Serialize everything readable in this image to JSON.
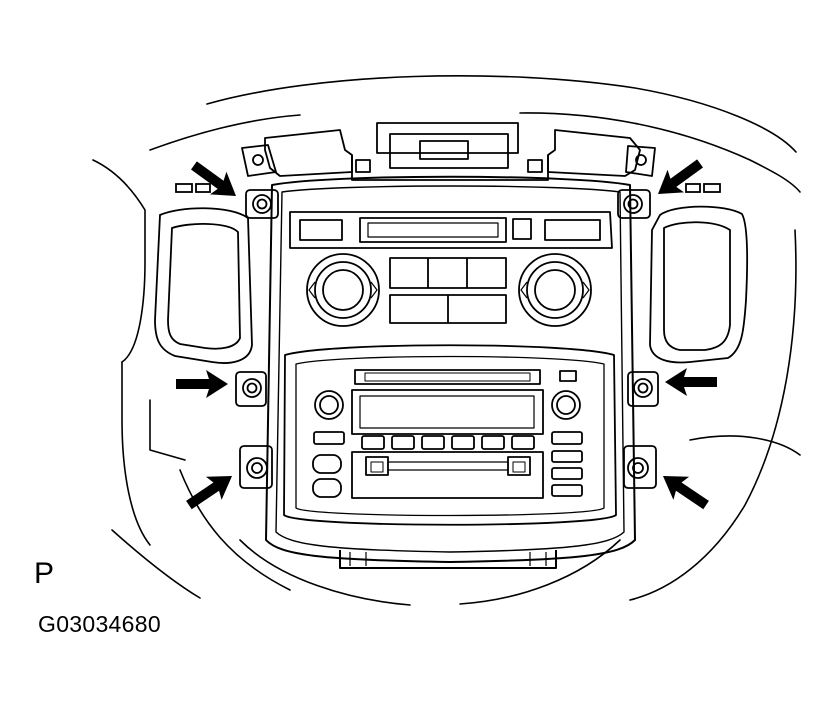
{
  "figure": {
    "view_label": "P",
    "figure_id": "G03034680"
  },
  "colors": {
    "line": "#000000",
    "background": "#ffffff"
  },
  "callouts": [
    {
      "side": "left",
      "position": "upper",
      "icon": "arrow-icon"
    },
    {
      "side": "right",
      "position": "upper",
      "icon": "arrow-icon"
    },
    {
      "side": "left",
      "position": "middle",
      "icon": "arrow-icon"
    },
    {
      "side": "right",
      "position": "middle",
      "icon": "arrow-icon"
    },
    {
      "side": "left",
      "position": "lower",
      "icon": "arrow-icon"
    },
    {
      "side": "right",
      "position": "lower",
      "icon": "arrow-icon"
    }
  ]
}
